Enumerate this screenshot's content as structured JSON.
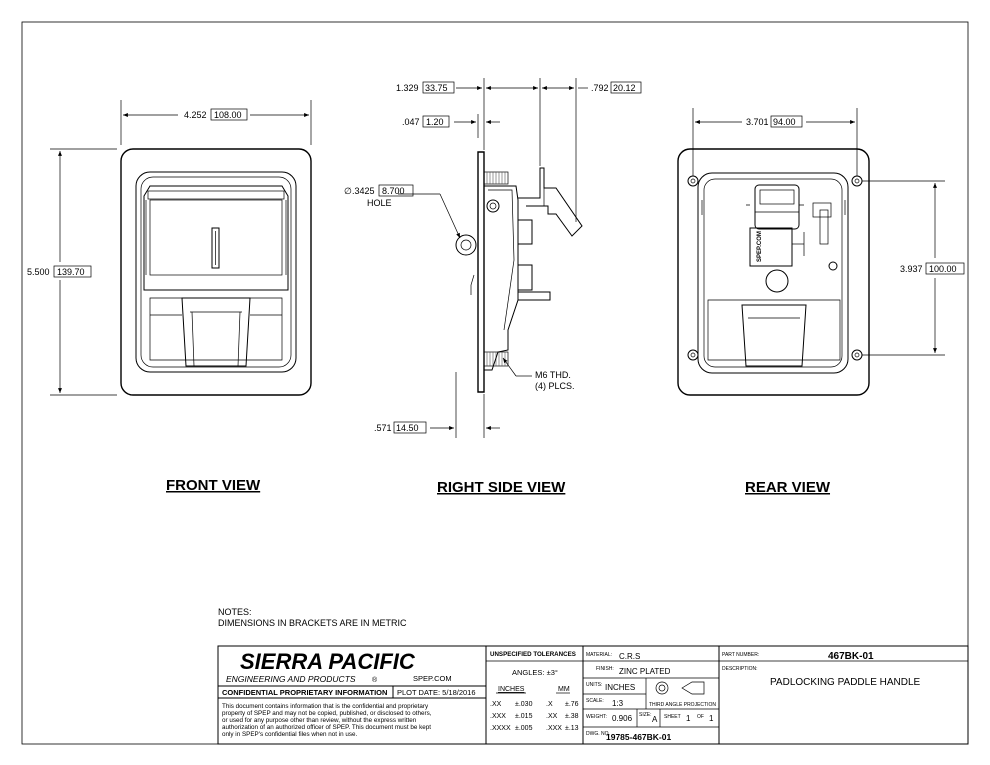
{
  "dimensions": {
    "front_width": "4.252",
    "front_width_mm": "108.00",
    "front_height": "5.500",
    "front_height_mm": "139.70",
    "side_top_left": "1.329",
    "side_top_left_mm": "33.75",
    "side_top_right": ".792",
    "side_top_right_mm": "20.12",
    "side_flange": ".047",
    "side_flange_mm": "1.20",
    "side_bottom": ".571",
    "side_bottom_mm": "14.50",
    "hole_symbol": "∅",
    "hole_dia": ".3425",
    "hole_dia_mm": "8.700",
    "hole_label": "HOLE",
    "thread_label": "M6 THD.",
    "thread_count": "(4) PLCS.",
    "rear_width": "3.701",
    "rear_width_mm": "94.00",
    "rear_height": "3.937",
    "rear_height_mm": "100.00",
    "latch_text": "SPEP.COM"
  },
  "views": {
    "front": "FRONT VIEW",
    "side": "RIGHT SIDE VIEW",
    "rear": "REAR VIEW"
  },
  "notes": {
    "heading": "NOTES:",
    "line1": "DIMENSIONS IN BRACKETS ARE IN METRIC"
  },
  "title_block": {
    "company": "SIERRA PACIFIC",
    "subtitle": "ENGINEERING AND PRODUCTS",
    "registered": "®",
    "website": "SPEP.COM",
    "confidential": "CONFIDENTIAL PROPRIETARY INFORMATION",
    "plot_date": "PLOT DATE: 5/18/2016",
    "disclaimer": [
      "This document contains information that is the confidential and proprietary",
      "property of SPEP and may not be copied, published, or disclosed to others,",
      "or used for any purpose  other than review, without the express written",
      "authorization of an authorized officer of SPEP. This document must be kept",
      "only in SPEP's confidential files when not in use."
    ],
    "tolerances_heading": "UNSPECIFIED TOLERANCES",
    "angles": "ANGLES: ±3°",
    "inches_heading": "INCHES",
    "mm_heading": "MM",
    "tol_in": [
      [
        ".XX",
        "±.030"
      ],
      [
        ".XXX",
        "±.015"
      ],
      [
        ".XXXX",
        "±.005"
      ]
    ],
    "tol_mm": [
      [
        ".X",
        "±.76"
      ],
      [
        ".XX",
        "±.38"
      ],
      [
        ".XXX",
        "±.13"
      ]
    ],
    "material_label": "MATERIAL:",
    "material": "C.R.S",
    "finish_label": "FINISH:",
    "finish": "ZINC PLATED",
    "units_label": "UNITS:",
    "units": "INCHES",
    "projection": "THIRD ANGLE PROJECTION",
    "scale_label": "SCALE:",
    "scale": "1:3",
    "weight_label": "WEIGHT:",
    "weight": "0.906",
    "size_label": "SIZE:",
    "size": "A",
    "sheet_label": "SHEET",
    "sheet": "1",
    "of_label": "OF",
    "of": "1",
    "dwg_label": "DWG. NO.",
    "dwg_no": "19785-467BK-01",
    "part_number_label": "PART NUMBER:",
    "part_number": "467BK-01",
    "description_label": "DESCRIPTION:",
    "description": "PADLOCKING PADDLE HANDLE"
  }
}
